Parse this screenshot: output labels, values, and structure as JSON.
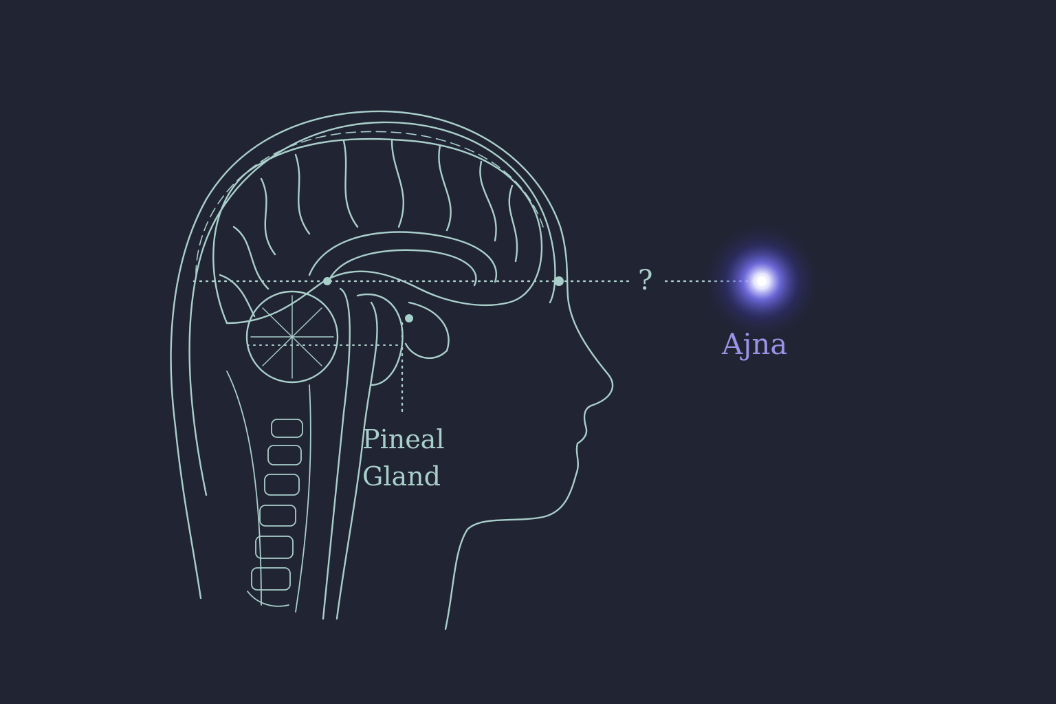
{
  "labels": {
    "pineal_line1": "Pineal",
    "pineal_line2": "Gland",
    "ajna": "Ajna",
    "question": "?"
  },
  "colors": {
    "background": "#212433",
    "line_art": "#a9cfcb",
    "ajna_label": "#9c92e8",
    "ajna_glow": "#6f6cff"
  }
}
